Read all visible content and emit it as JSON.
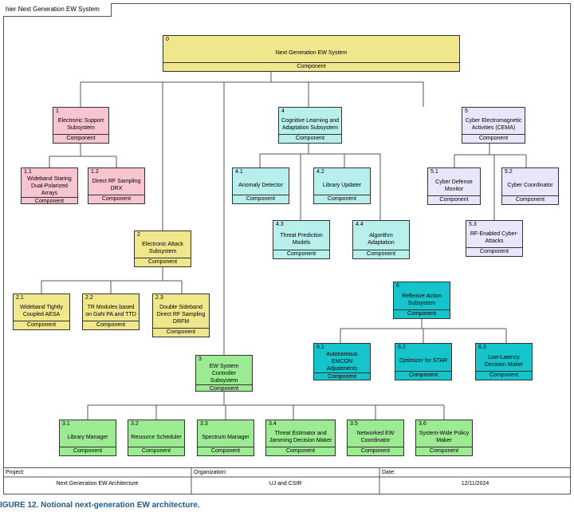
{
  "tab_title": "hier Next Generation EW System",
  "component_label": "Component",
  "nodes": {
    "n0": {
      "num": "0",
      "title": "Next Generation EW System"
    },
    "n1": {
      "num": "1",
      "title": "Electronic Support Subsystem"
    },
    "n11": {
      "num": "1.1",
      "title": "Wideband Staring Dual-Polarized Arrays"
    },
    "n12": {
      "num": "1.2",
      "title": "Direct RF Sampling DRX"
    },
    "n2": {
      "num": "2",
      "title": "Electronic Attack Subsystem"
    },
    "n21": {
      "num": "2.1",
      "title": "Wideband Tightly Coupled AESA"
    },
    "n22": {
      "num": "2.2",
      "title": "TR Modules based on GaN PA and TTD"
    },
    "n23": {
      "num": "2.3",
      "title": "Double Sideband Direct RF Sampling DRFM"
    },
    "n3": {
      "num": "3",
      "title": "EW System Controller Subsystem"
    },
    "n31": {
      "num": "3.1",
      "title": "Library Manager"
    },
    "n32": {
      "num": "3.2",
      "title": "Resource Scheduler"
    },
    "n33": {
      "num": "3.3",
      "title": "Spectrum Manager"
    },
    "n34": {
      "num": "3.4",
      "title": "Threat Estimator and Jamming Decision Maker"
    },
    "n35": {
      "num": "3.5",
      "title": "Networked EW Coordinator"
    },
    "n36": {
      "num": "3.6",
      "title": "System-Wide Policy Maker"
    },
    "n4": {
      "num": "4",
      "title": "Cognitive Learning and Adaptation Subsystem"
    },
    "n41": {
      "num": "4.1",
      "title": "Anomaly Detector"
    },
    "n42": {
      "num": "4.2",
      "title": "Library Updater"
    },
    "n43": {
      "num": "4.3",
      "title": "Threat Prediction Models"
    },
    "n44": {
      "num": "4.4",
      "title": "Algorithm Adaptation"
    },
    "n5": {
      "num": "5",
      "title": "Cyber Electromagnetic Activities (CEMA)"
    },
    "n51": {
      "num": "5.1",
      "title": "Cyber Defense Monitor"
    },
    "n52": {
      "num": "5.2",
      "title": "Cyber Coordinator"
    },
    "n53": {
      "num": "5.3",
      "title": "RF-Enabled Cyber-Attacks"
    },
    "n6": {
      "num": "6",
      "title": "Reflexive Action Subsystem"
    },
    "n61": {
      "num": "6.1",
      "title": "Autonomous EMCON Adjustments"
    },
    "n62": {
      "num": "6.2",
      "title": "Optimizer for STAR"
    },
    "n63": {
      "num": "6.3",
      "title": "Low-Latency Decision Maker"
    }
  },
  "footer": {
    "project_label": "Project:",
    "project_value": "Next Generation EW Architecture",
    "org_label": "Organization:",
    "org_value": "UJ and CSIR",
    "date_label": "Date:",
    "date_value": "12/11/2024"
  },
  "caption": "IGURE 12.  Notional next-generation EW architecture.",
  "colors": {
    "yellow": "#f0e68c",
    "pink": "#f7c4d0",
    "cyan": "#b6efec",
    "lavender": "#e8e6fb",
    "green": "#9ceb93",
    "teal": "#16c5cc",
    "caption": "#1d5a8e"
  }
}
